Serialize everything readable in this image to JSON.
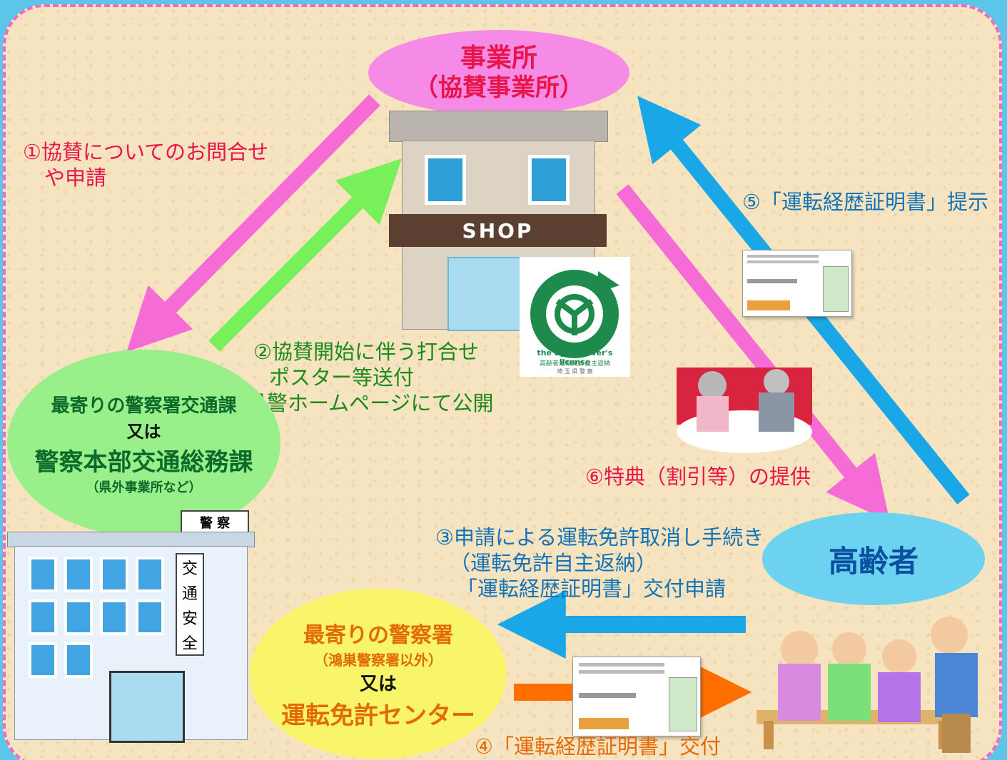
{
  "business": {
    "title": "事業所",
    "subtitle": "（協賛事業所）"
  },
  "shop_sign": "SHOP",
  "police_station": {
    "line1": "最寄りの警察署交通課",
    "line2": "又は",
    "line3": "警察本部交通総務課",
    "line4": "（県外事業所など）"
  },
  "police_building": {
    "sign": "警 察",
    "banner": [
      "交",
      "通",
      "安",
      "全"
    ]
  },
  "license_center": {
    "line1": "最寄りの警察署",
    "line2": "（鴻巣警察署以外）",
    "line3": "又は",
    "line4": "運転免許センター"
  },
  "elderly": {
    "title": "高齢者"
  },
  "steps": {
    "s1": [
      "①協賛についてのお問合せ",
      "や申請"
    ],
    "s2": [
      "②協賛開始に伴う打合せ",
      "ポスター等送付",
      "県警ホームページにて公開"
    ],
    "s3": [
      "③申請による運転免許取消し手続き",
      "（運転免許自主返納）",
      "「運転経歴証明書」交付申請"
    ],
    "s4": "④「運転経歴証明書」交付",
    "s5": "⑤「運転経歴証明書」提示",
    "s6": "⑥特典（割引等）の提供"
  },
  "logo": {
    "text": "the aged driver's license",
    "caption": "高齢者運転免許自主返納",
    "org": "埼 玉 県 警 察"
  },
  "colors": {
    "pink": "#f56cd7",
    "green": "#78f05a",
    "blue": "#1aa7e8",
    "orange": "#ff6f00"
  }
}
